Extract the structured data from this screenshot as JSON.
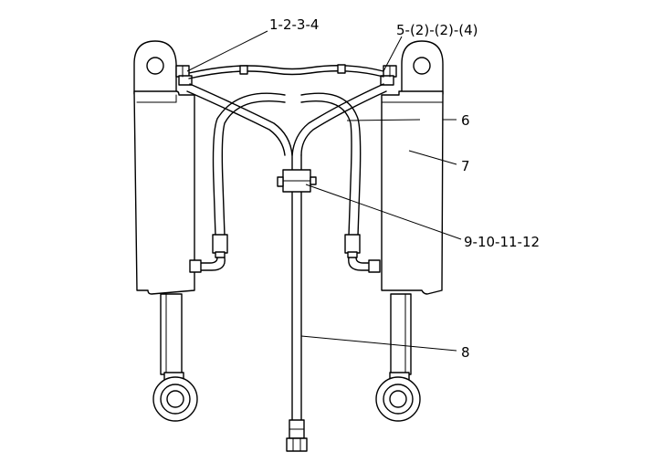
{
  "callouts": {
    "c1": "1-2-3-4",
    "c5": "5-(2)-(2)-(4)",
    "c6": "6",
    "c7": "7",
    "c9": "9-10-11-12",
    "c8": "8"
  }
}
